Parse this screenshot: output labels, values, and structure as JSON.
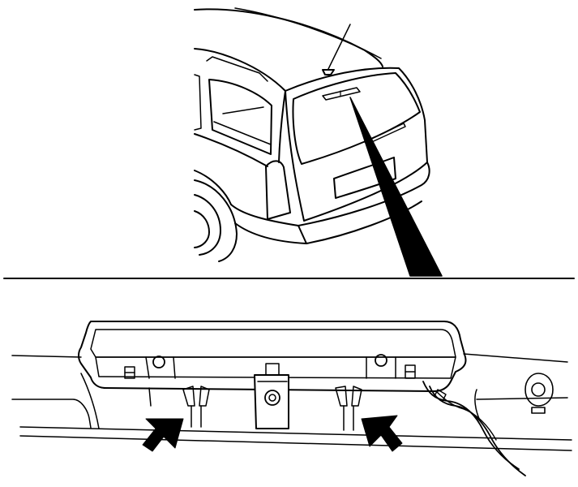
{
  "diagram": {
    "upper_view": {
      "subject": "station-wagon-rear-three-quarter"
    },
    "lower_view": {
      "subject": "high-mounted-brake-light-assembly"
    },
    "callout": {
      "shape": "wedge-pointer"
    },
    "arrows": {
      "count": 2,
      "color": "#000000"
    },
    "colors": {
      "ink": "#000000",
      "paper": "#ffffff"
    }
  }
}
